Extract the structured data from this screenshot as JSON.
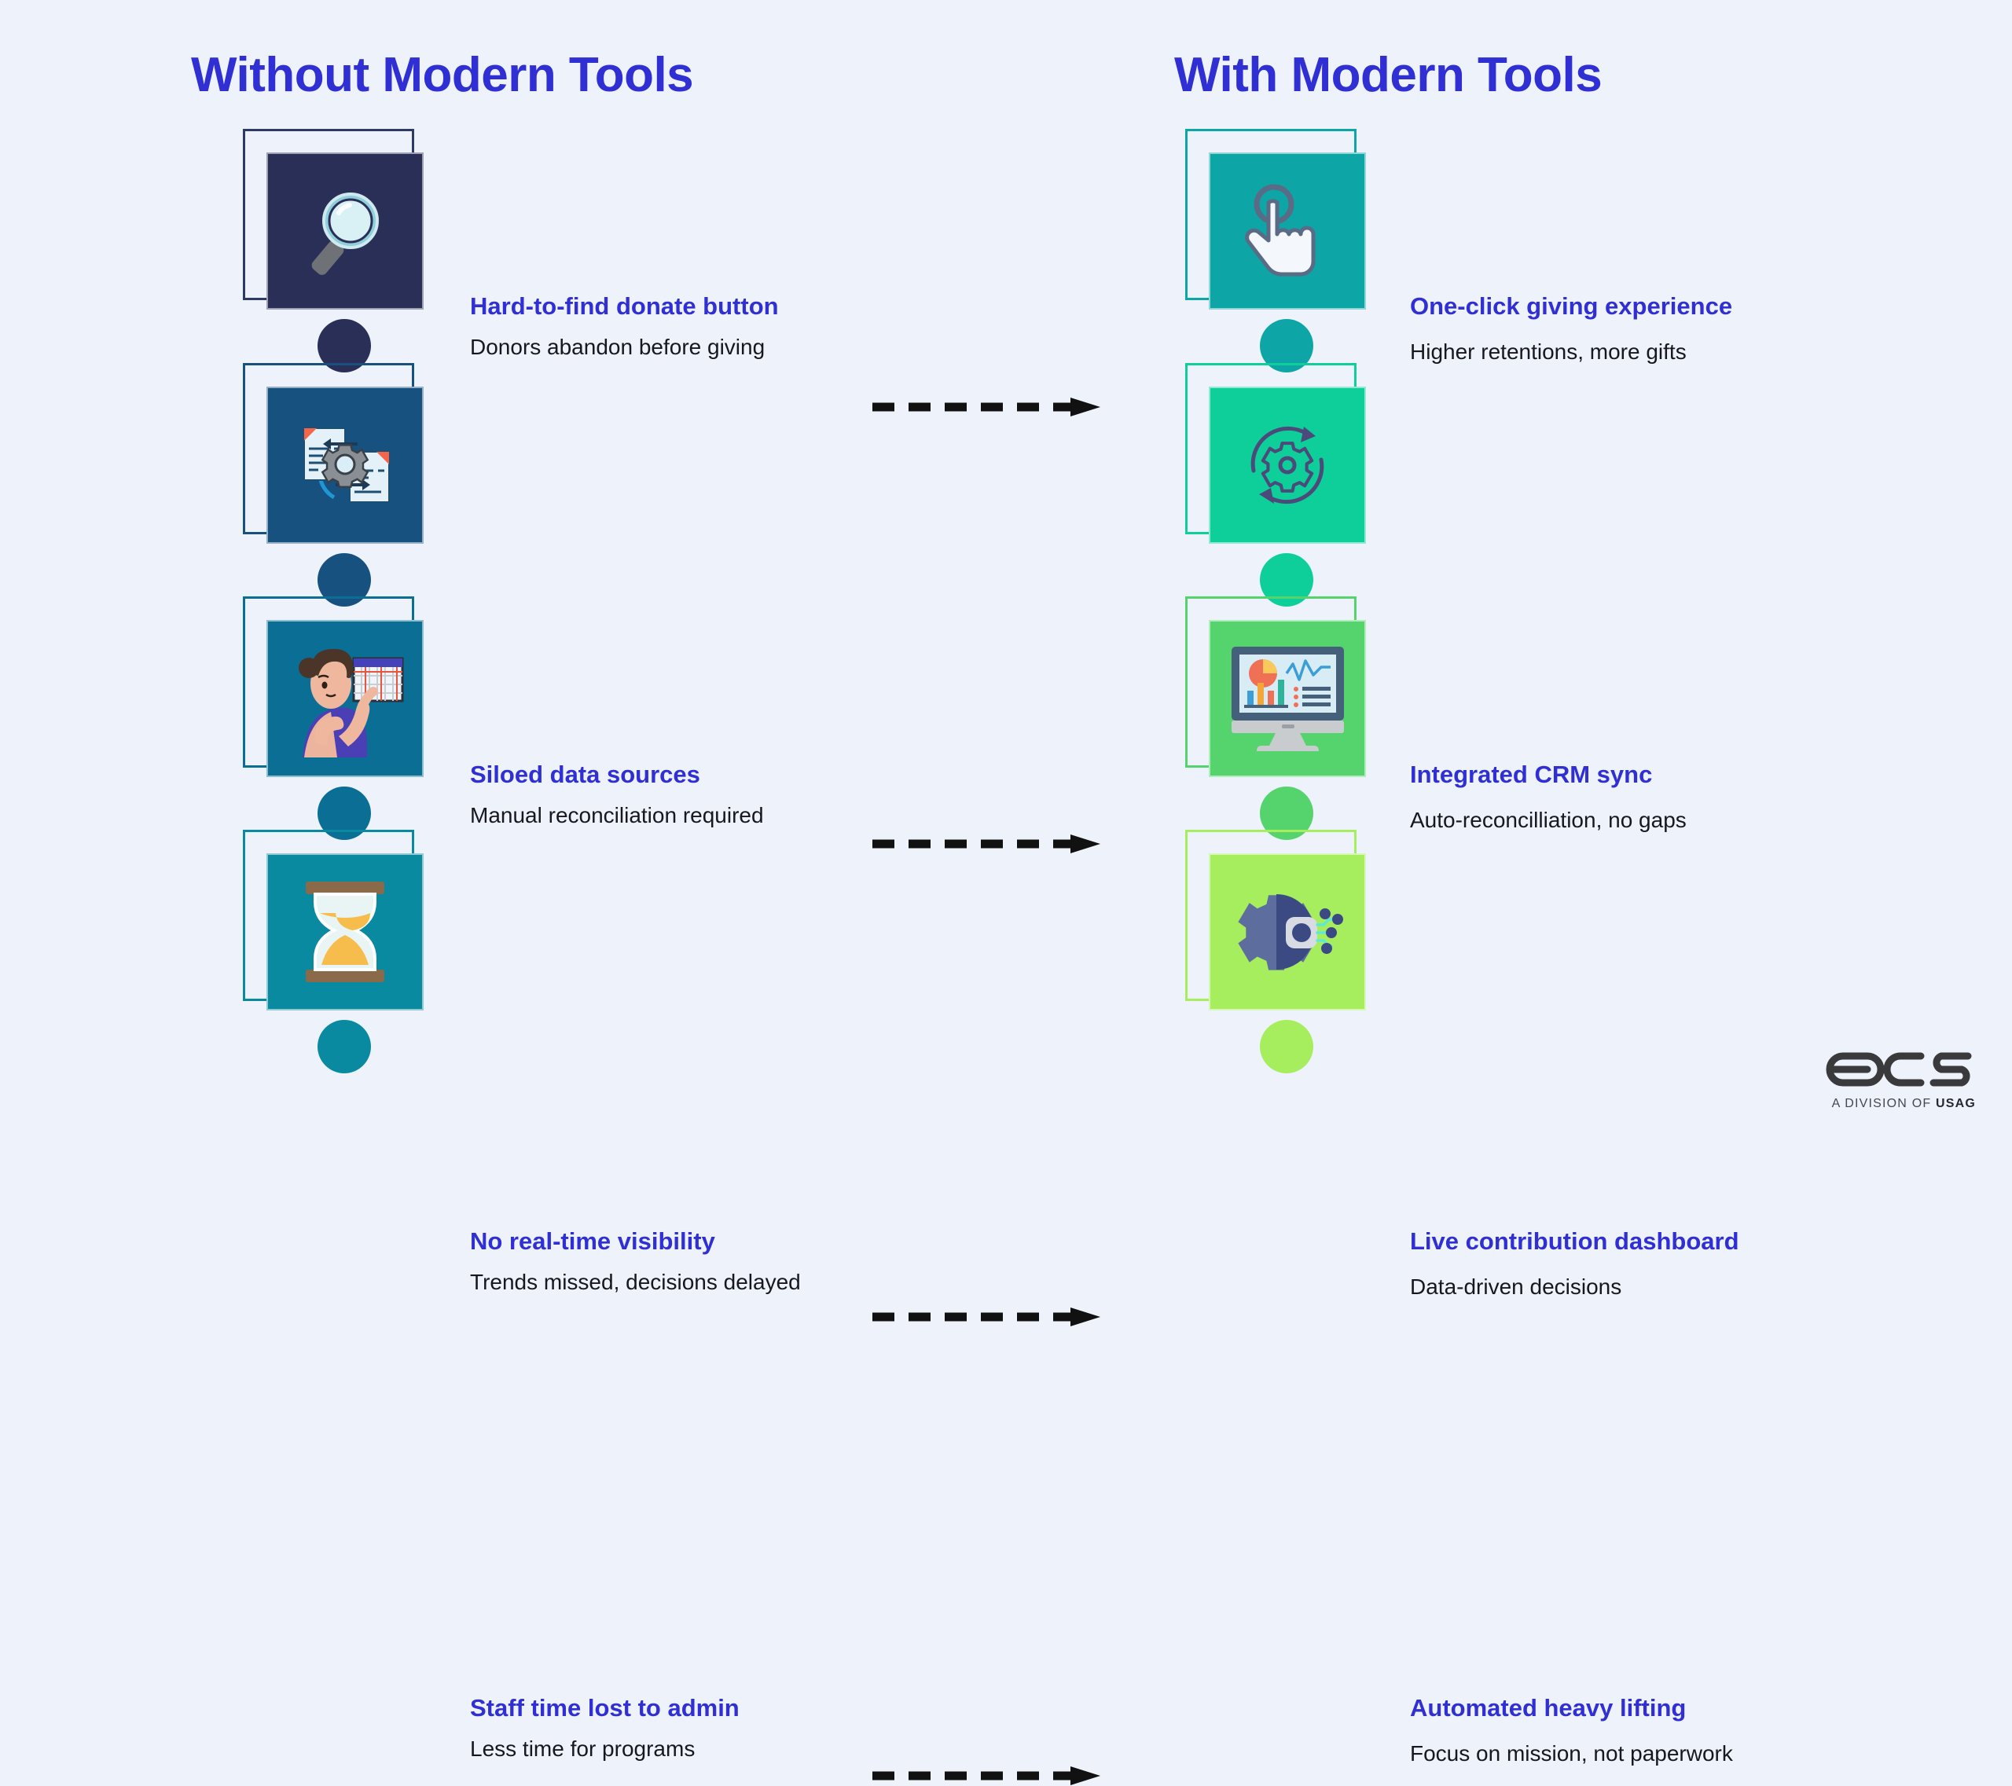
{
  "headings": {
    "left": "Without Modern Tools",
    "right": "With Modern Tools"
  },
  "colors": {
    "background": "#eef2fb",
    "heading": "#2f2fd4",
    "title": "#2f2fd4",
    "body_text": "#16181d",
    "arrow": "#111111"
  },
  "rows": [
    {
      "left": {
        "title": "Hard-to-find donate button",
        "subtitle": "Donors abandon before giving",
        "icon": "magnifying-glass-icon",
        "tile_color": "#2a2f57",
        "frame_color": "#2b3a67",
        "dot_color": "#2a2f57"
      },
      "right": {
        "title": "One-click giving experience",
        "subtitle": "Higher retentions, more gifts",
        "icon": "click-hand-pointer-icon",
        "tile_color": "#0da5a5",
        "frame_color": "#0da5a5",
        "dot_color": "#0da5a5"
      }
    },
    {
      "left": {
        "title": "Siloed data sources",
        "subtitle": "Manual reconciliation required",
        "icon": "documents-gear-sync-icon",
        "tile_color": "#17517f",
        "frame_color": "#17517f",
        "dot_color": "#17517f"
      },
      "right": {
        "title": "Integrated CRM sync",
        "subtitle": "Auto-reconcilliation, no gaps",
        "icon": "gear-refresh-cycle-icon",
        "tile_color": "#0ecf9a",
        "frame_color": "#0ecf9a",
        "dot_color": "#0ecf9a"
      }
    },
    {
      "left": {
        "title": "No real-time visibility",
        "subtitle": "Trends missed, decisions delayed",
        "icon": "person-calendar-icon",
        "tile_color": "#0b6f95",
        "frame_color": "#0b6f95",
        "dot_color": "#0b6f95"
      },
      "right": {
        "title": "Live contribution dashboard",
        "subtitle": "Data-driven decisions",
        "icon": "desktop-analytics-dashboard-icon",
        "tile_color": "#55d46e",
        "frame_color": "#55d46e",
        "dot_color": "#55d46e"
      }
    },
    {
      "left": {
        "title": "Staff time lost to admin",
        "subtitle": "Less time for programs",
        "icon": "hourglass-icon",
        "tile_color": "#0a8aa0",
        "frame_color": "#0a8aa0",
        "dot_color": "#0a8aa0"
      },
      "right": {
        "title": "Automated heavy lifting",
        "subtitle": "Focus on mission, not paperwork",
        "icon": "gear-automation-circuit-icon",
        "tile_color": "#a6ee5e",
        "frame_color": "#a6ee5e",
        "dot_color": "#a6ee5e"
      }
    }
  ],
  "arrows": {
    "count": 4,
    "style": "dashed-right-arrow"
  },
  "logo": {
    "mark": "ecs",
    "tagline_prefix": "A DIVISION OF ",
    "tagline_brand": "USAG"
  }
}
